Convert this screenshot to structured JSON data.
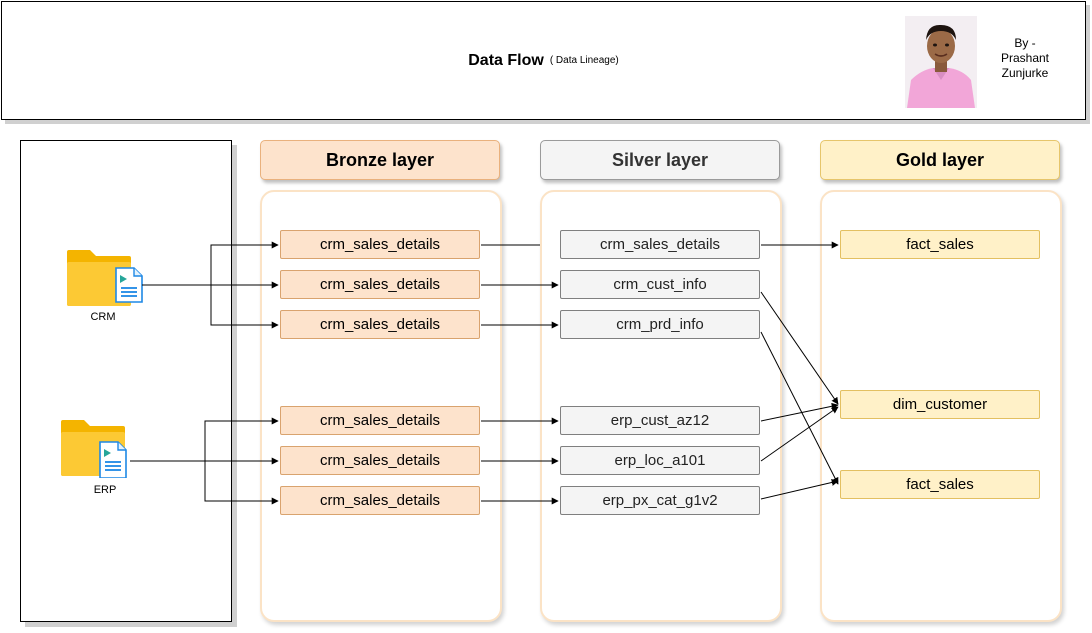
{
  "header": {
    "title": "Data Flow",
    "subtitle": "( Data Lineage)",
    "author_by": "By -",
    "author_first": "Prashant",
    "author_last": "Zunjurke"
  },
  "sources": {
    "crm_label": "CRM",
    "erp_label": "ERP"
  },
  "layers": {
    "bronze": {
      "title": "Bronze layer",
      "tables": [
        "crm_sales_details",
        "crm_sales_details",
        "crm_sales_details",
        "crm_sales_details",
        "crm_sales_details",
        "crm_sales_details"
      ]
    },
    "silver": {
      "title": "Silver layer",
      "tables": [
        "crm_sales_details",
        "crm_cust_info",
        "crm_prd_info",
        "erp_cust_az12",
        "erp_loc_a101",
        "erp_px_cat_g1v2"
      ]
    },
    "gold": {
      "title": "Gold layer",
      "tables": [
        "fact_sales",
        "dim_customer",
        "fact_sales"
      ]
    }
  },
  "colors": {
    "bronze": "#fde3cc",
    "silver": "#f4f4f4",
    "gold": "#fff1c8",
    "folder": "#f7c600"
  }
}
